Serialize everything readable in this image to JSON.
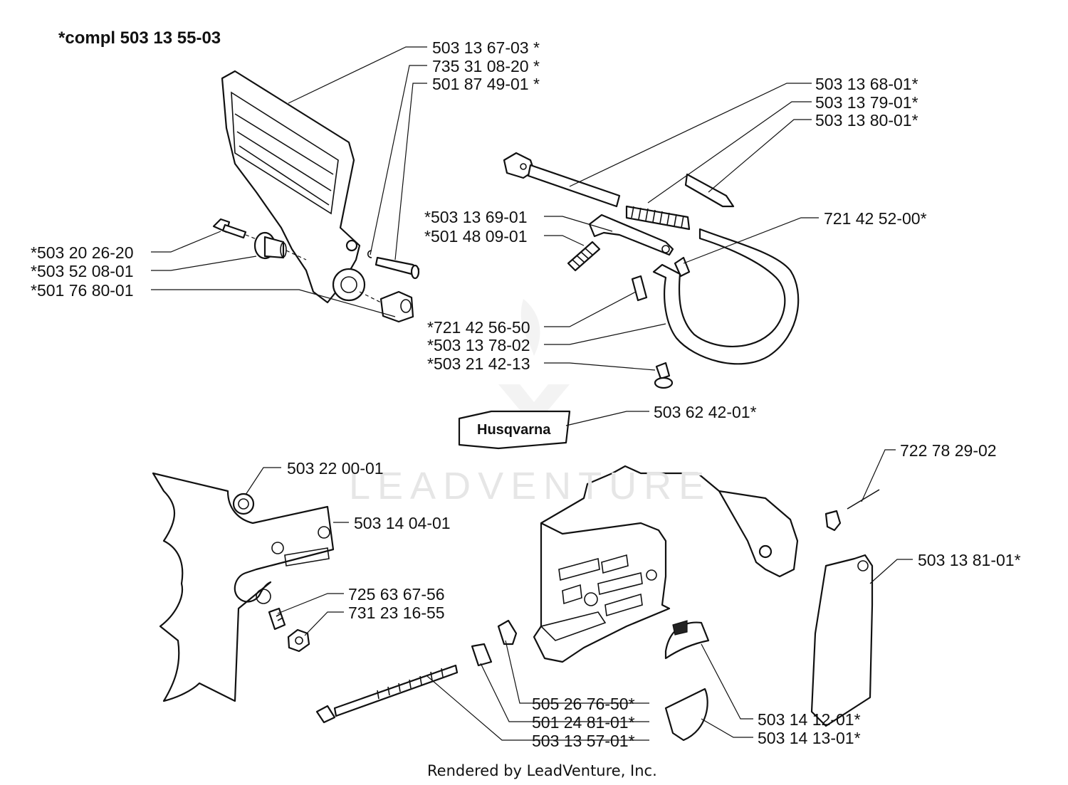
{
  "heading": "*compl 503 13 55-03",
  "labels": {
    "p1": "503 13 67-03 *",
    "p2": "735 31 08-20 *",
    "p3": "501 87 49-01 *",
    "p4": "*503 20 26-20",
    "p5": "*503 52 08-01",
    "p6": "*501 76 80-01",
    "p7": "503 13 68-01*",
    "p8": "503 13 79-01*",
    "p9": "503 13 80-01*",
    "p10": "*503 13 69-01",
    "p11": "*501 48 09-01",
    "p12": "721 42 52-00*",
    "p13": "*721 42 56-50",
    "p14": "*503 13 78-02",
    "p15": "*503 21 42-13",
    "p16": "503 62 42-01*",
    "p17": "503 22 00-01",
    "p18": "503 14 04-01",
    "p19": "725 63 67-56",
    "p20": "731 23 16-55",
    "p21": "722 78 29-02",
    "p22": "503 13 81-01*",
    "p23": "505 26 76-50*",
    "p24": "501 24 81-01*",
    "p25": "503 13 57-01*",
    "p26": "503 14 12-01*",
    "p27": "503 14 13-01*"
  },
  "decal_text": "Husqvarna",
  "watermark": "LEADVENTURE",
  "footer": "Rendered by LeadVenture, Inc."
}
